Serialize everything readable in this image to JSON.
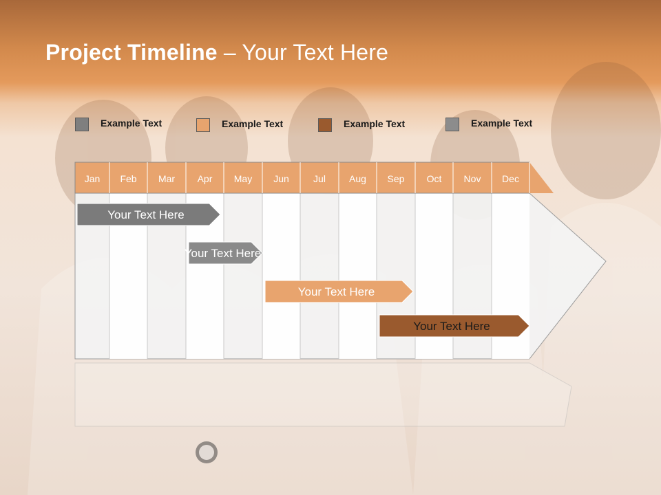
{
  "title": {
    "bold": "Project Timeline",
    "rest": " – Your Text Here"
  },
  "legend": [
    {
      "label": "Example Text",
      "color": "#7f7f7f"
    },
    {
      "label": "Example Text",
      "color": "#e8a46e"
    },
    {
      "label": "Example Text",
      "color": "#9a5a2e"
    },
    {
      "label": "Example Text",
      "color": "#8c8c8c"
    }
  ],
  "months": [
    "Jan",
    "Feb",
    "Mar",
    "Apr",
    "May",
    "Jun",
    "Jul",
    "Aug",
    "Sep",
    "Oct",
    "Nov",
    "Dec"
  ],
  "bars": [
    {
      "label": "Your  Text Here",
      "start_month": "Jan",
      "end_month": "Apr",
      "color": "#7b7b7b",
      "text_color": "#ffffff"
    },
    {
      "label": "Your  Text Here",
      "start_month": "Apr",
      "end_month": "Jun",
      "color": "#8a8a8a",
      "text_color": "#ffffff"
    },
    {
      "label": "Your  Text Here",
      "start_month": "Jun",
      "end_month": "Sep",
      "color": "#e8a46e",
      "text_color": "#ffffff"
    },
    {
      "label": "Your  Text Here",
      "start_month": "Sep",
      "end_month": "Dec",
      "color": "#9a5a2e",
      "text_color": "#1a1a1a"
    }
  ],
  "colors": {
    "header": "#e8a46e",
    "header_text": "#ffffff",
    "grid_line": "#9a9a9a"
  }
}
